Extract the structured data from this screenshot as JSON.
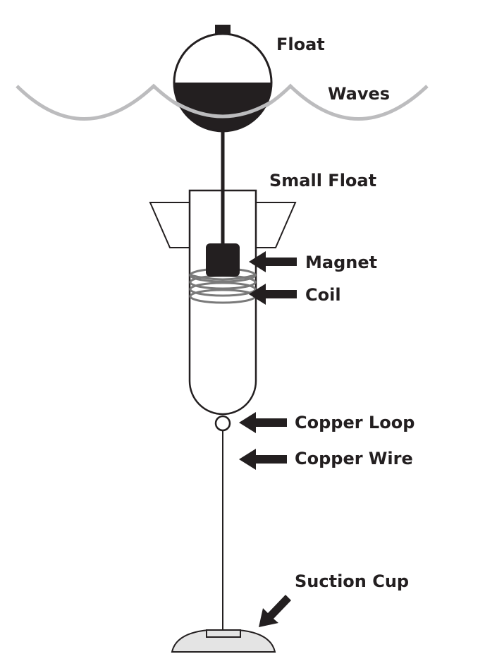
{
  "diagram": {
    "title": "Wave energy generator with float, magnet and coil",
    "labels": {
      "float": "Float",
      "waves": "Waves",
      "small_float": "Small Float",
      "magnet": "Magnet",
      "coil": "Coil",
      "copper_loop": "Copper Loop",
      "copper_wire": "Copper Wire",
      "suction_cup": "Suction Cup"
    },
    "colors": {
      "ink": "#231f20",
      "wave": "#bcbcbe",
      "coil": "#7a7a7a",
      "cup_fill": "#e4e4e4"
    },
    "coil_turns": 4
  }
}
